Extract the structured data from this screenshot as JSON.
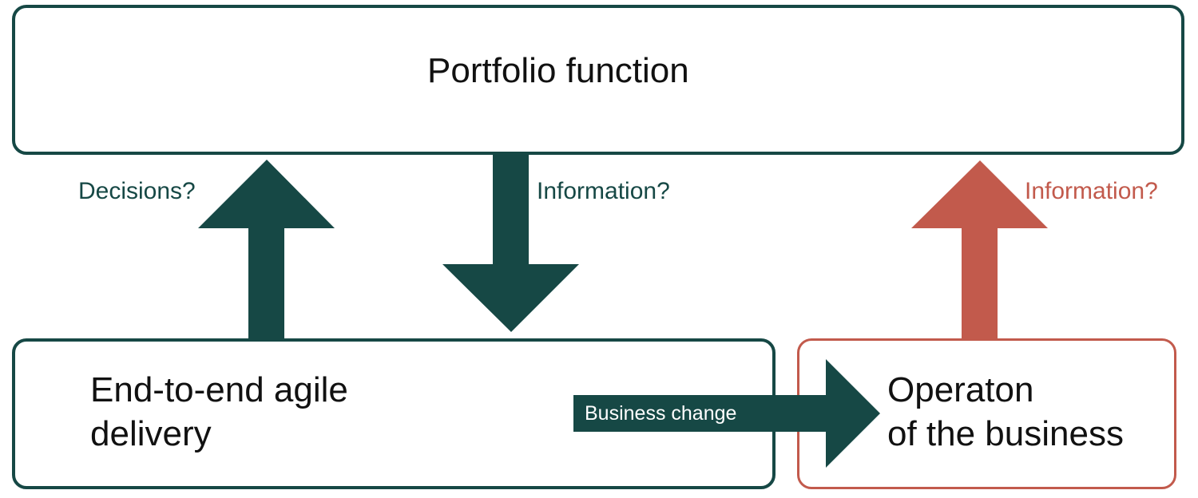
{
  "colors": {
    "teal": "#164845",
    "coral": "#c25a4c",
    "text": "#111111",
    "background": "#ffffff"
  },
  "boxes": {
    "portfolio": {
      "title": "Portfolio function"
    },
    "delivery": {
      "title_line1": "End-to-end agile",
      "title_line2": "delivery"
    },
    "operation": {
      "title_line1": "Operaton",
      "title_line2": "of the business"
    }
  },
  "arrows": {
    "decisions": {
      "label": "Decisions?",
      "direction": "up",
      "color": "teal"
    },
    "information_down": {
      "label": "Information?",
      "direction": "down",
      "color": "teal"
    },
    "information_up": {
      "label": "Information?",
      "direction": "up",
      "color": "coral"
    },
    "business_change": {
      "label": "Business change",
      "direction": "right",
      "color": "teal"
    }
  }
}
